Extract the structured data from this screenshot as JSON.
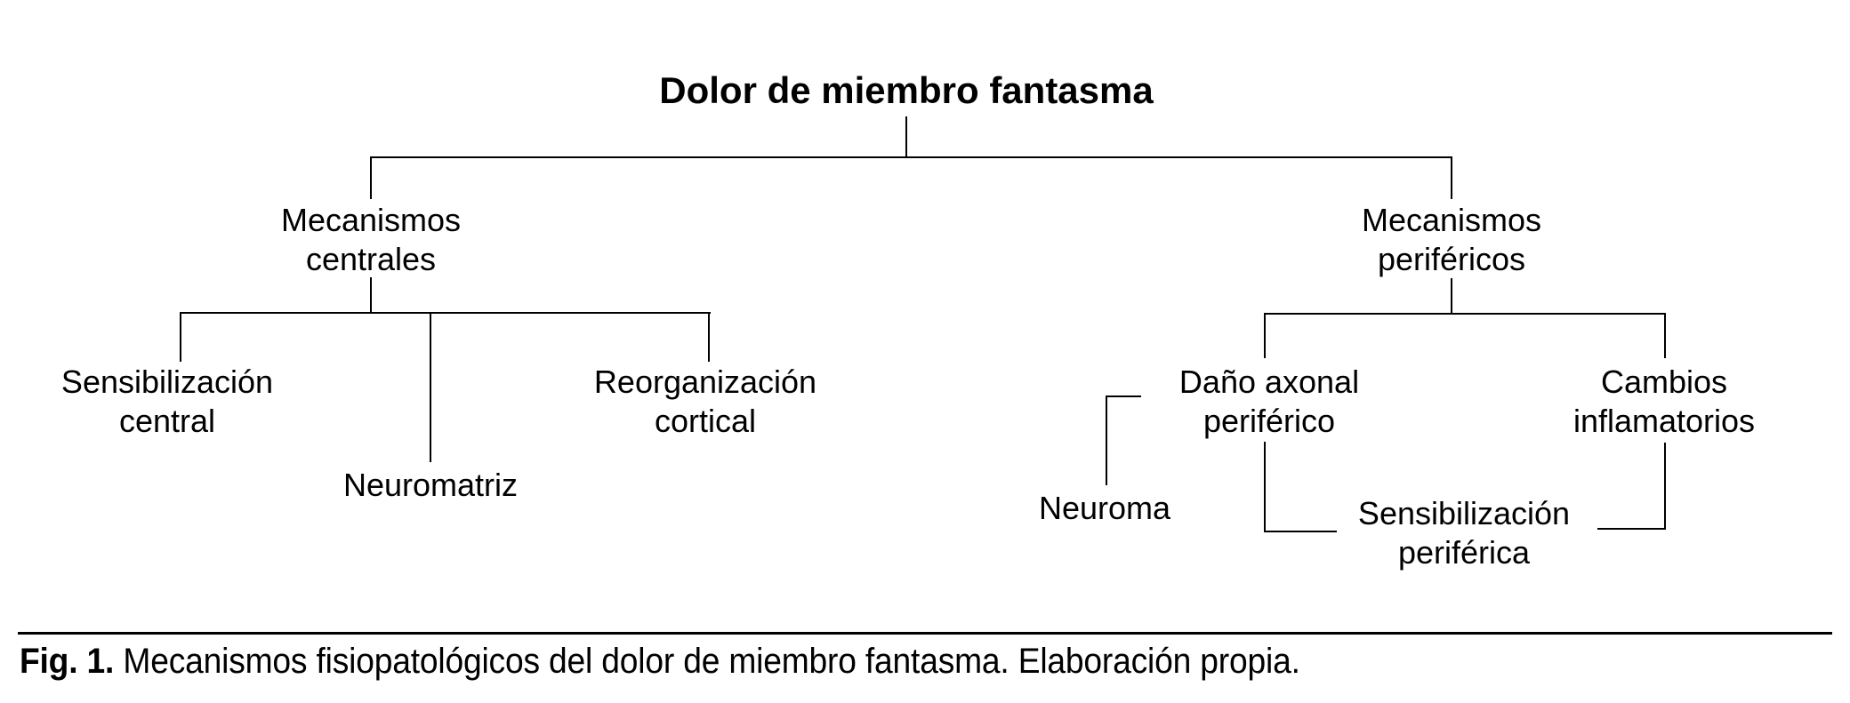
{
  "diagram": {
    "title": "Dolor de miembro fantasma",
    "branches": {
      "central": {
        "label_line1": "Mecanismos",
        "label_line2": "centrales",
        "children": {
          "sens_central": {
            "line1": "Sensibilización",
            "line2": "central"
          },
          "neuromatriz": {
            "line1": "Neuromatriz"
          },
          "reorg_cortical": {
            "line1": "Reorganización",
            "line2": "cortical"
          }
        }
      },
      "peripheral": {
        "label_line1": "Mecanismos",
        "label_line2": "periféricos",
        "children": {
          "dano_axonal": {
            "line1": "Daño axonal",
            "line2": "periférico"
          },
          "cambios_inflamatorios": {
            "line1": "Cambios",
            "line2": "inflamatorios"
          }
        }
      }
    },
    "secondary_nodes": {
      "neuroma": {
        "line1": "Neuroma"
      },
      "sens_periferica": {
        "line1": "Sensibilización",
        "line2": "periférica"
      }
    },
    "caption": {
      "label": "Fig. 1.",
      "text": "Mecanismos fisiopatológicos del dolor de miembro fantasma. Elaboración propia."
    },
    "colors": {
      "ink": "#000000",
      "background": "#ffffff"
    }
  }
}
